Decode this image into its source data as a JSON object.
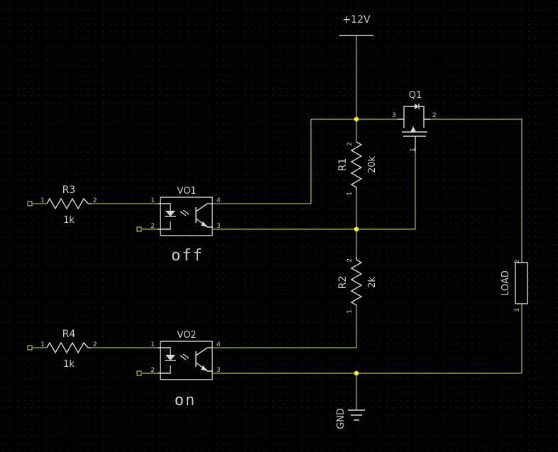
{
  "colors": {
    "background": "#000000",
    "grid": "#3a3a3a",
    "wire": "#e0e05a",
    "component": "#d8d8d8",
    "junction": "#ffff00",
    "text": "#cccccc"
  },
  "power": {
    "vcc": "+12V",
    "gnd": "GND"
  },
  "mosfet": {
    "name": "Q1",
    "pin_gate": "1",
    "pin_drain": "2",
    "pin_source": "3"
  },
  "resistors": {
    "r1": {
      "name": "R1",
      "value": "20k",
      "pin_a": "1",
      "pin_b": "2"
    },
    "r2": {
      "name": "R2",
      "value": "2k",
      "pin_a": "1",
      "pin_b": "2"
    },
    "r3": {
      "name": "R3",
      "value": "1k",
      "pin_a": "1",
      "pin_b": "2"
    },
    "r4": {
      "name": "R4",
      "value": "1k",
      "pin_a": "1",
      "pin_b": "2"
    }
  },
  "optos": {
    "vo1": {
      "name": "VO1",
      "p1": "1",
      "p2": "2",
      "p3": "3",
      "p4": "4",
      "caption": "off"
    },
    "vo2": {
      "name": "VO2",
      "p1": "1",
      "p2": "2",
      "p3": "3",
      "p4": "4",
      "caption": "on"
    }
  },
  "load": {
    "name": "LOAD",
    "pin_a": "1",
    "pin_b": "2"
  }
}
